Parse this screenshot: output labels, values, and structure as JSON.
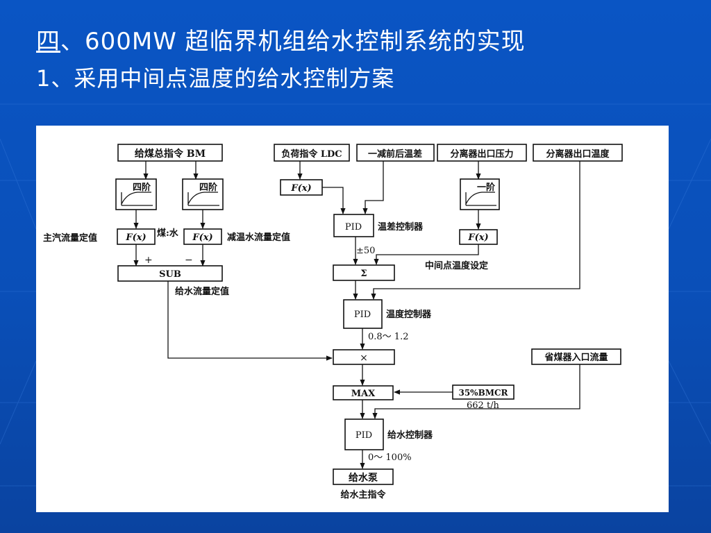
{
  "slide": {
    "title_prefix": "四",
    "title_rest": "、600MW 超临界机组给水控制系统的实现",
    "subtitle": "1、采用中间点温度的给水控制方案"
  },
  "diagram": {
    "coal_cmd": "给煤总指令 BM",
    "lag4_a": "四阶",
    "lag4_b": "四阶",
    "fx_a": "F(x)",
    "fx_b": "F(x)",
    "main_steam_sp": "主汽流量定值",
    "coal_water": "煤:水",
    "desup_sp": "减温水流量定值",
    "plus": "+",
    "minus": "−",
    "sub": "SUB",
    "fw_flow_sp": "给水流量定值",
    "load_cmd": "负荷指令 LDC",
    "temp_diff": "一减前后温差",
    "fx_c": "F(x)",
    "pid_diff": "PID",
    "diff_ctrl": "温差控制器",
    "limit_50": "±50",
    "sep_press": "分离器出口压力",
    "lag1": "一阶",
    "fx_d": "F(x)",
    "sep_temp": "分离器出口温度",
    "mid_temp_sp": "中间点温度设定",
    "sigma": "Σ",
    "pid_temp": "PID",
    "temp_ctrl": "温度控制器",
    "range_temp": "0.8～ 1.2",
    "mult": "×",
    "eco_flow": "省煤器入口流量",
    "max": "MAX",
    "bmcr": "35%BMCR",
    "bmcr_flow": "662 t/h",
    "pid_fw": "PID",
    "fw_ctrl": "给水控制器",
    "range_fw": "0～ 100%",
    "pump": "给水泵",
    "pump_cmd": "给水主指令"
  }
}
